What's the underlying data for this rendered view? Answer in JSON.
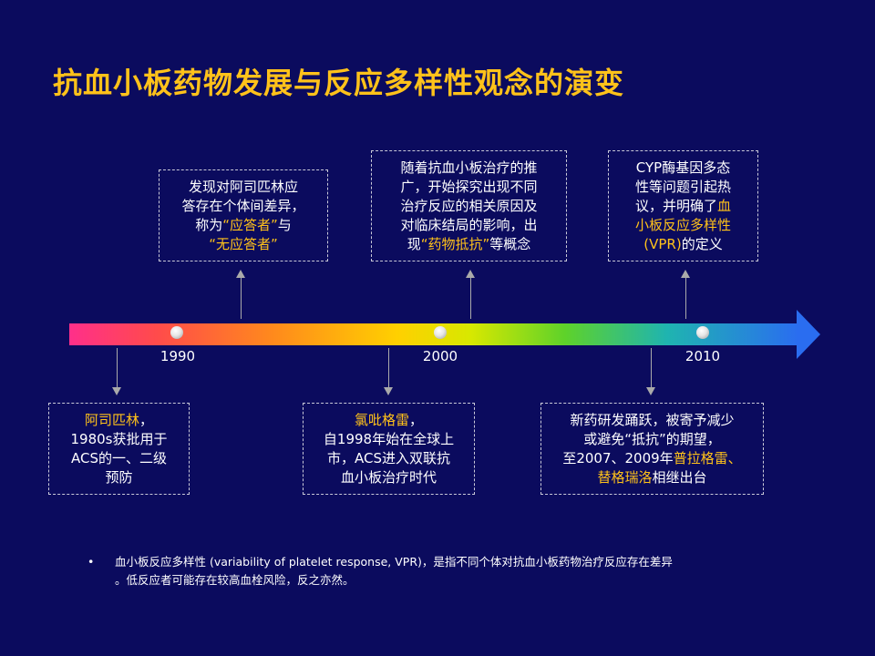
{
  "title": "抗血小板药物发展与反应多样性观念的演变",
  "years": [
    "1990",
    "2000",
    "2010"
  ],
  "boxes": {
    "top1": {
      "l1": "发现对阿司匹林应",
      "l2": "答存在个体间差异，",
      "l3a": "称为",
      "l3b": "“应答者”",
      "l3c": "与",
      "l4": "“无应答者”"
    },
    "top2": {
      "l1": "随着抗血小板治疗的推",
      "l2": "广，开始探究出现不同",
      "l3": "治疗反应的相关原因及",
      "l4": "对临床结局的影响，出",
      "l5a": "现",
      "l5b": "“药物抵抗”",
      "l5c": "等概念"
    },
    "top3": {
      "l1": "CYP酶基因多态",
      "l2": "性等问题引起热",
      "l3a": "议，并明确了",
      "l3b": "血",
      "l4": "小板反应多样性",
      "l5a": "(VPR)",
      "l5b": "的定义"
    },
    "bot1": {
      "l1a": "阿司匹林",
      "l1b": "，",
      "l2": "1980s获批用于",
      "l3": "ACS的一、二级",
      "l4": "预防"
    },
    "bot2": {
      "l1a": "氯吡格雷",
      "l1b": "，",
      "l2": "自1998年始在全球上",
      "l3": "市，ACS进入双联抗",
      "l4": "血小板治疗时代"
    },
    "bot3": {
      "l1": "新药研发踊跃，被寄予减少",
      "l2": "或避免“抵抗”的期望，",
      "l3a": "至2007、2009年",
      "l3b": "普拉格雷、",
      "l4a": "替格瑞洛",
      "l4b": "相继出台"
    }
  },
  "footnote": {
    "bullet": "•",
    "line1": "血小板反应多样性 (variability of platelet response, VPR)，是指不同个体对抗血小板药物治疗反应存在差异",
    "line2": "。低反应者可能存在较高血栓风险，反之亦然。"
  },
  "colors": {
    "background": "#0b0b5e",
    "highlight": "#ffc21a",
    "text": "#ffffff"
  }
}
